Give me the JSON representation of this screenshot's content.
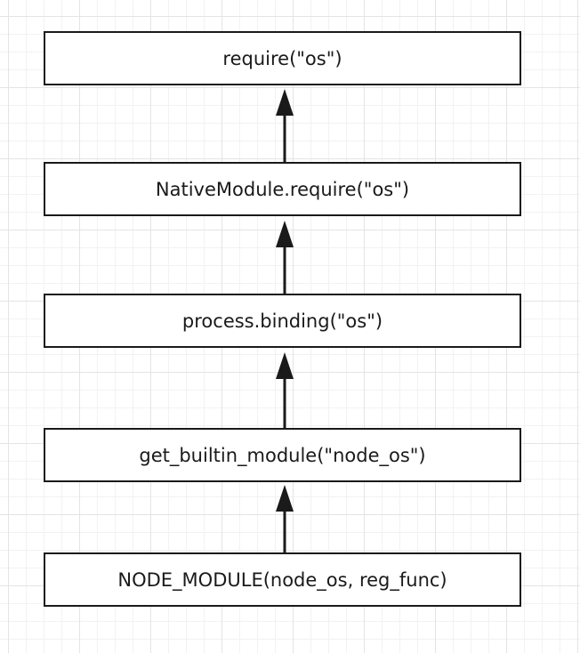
{
  "diagram": {
    "nodes": [
      {
        "id": "require",
        "label": "require(\"os\")"
      },
      {
        "id": "native-module-require",
        "label": "NativeModule.require(\"os\")"
      },
      {
        "id": "process-binding",
        "label": "process.binding(\"os\")"
      },
      {
        "id": "get-builtin-module",
        "label": "get_builtin_module(\"node_os\")"
      },
      {
        "id": "node-module",
        "label": "NODE_MODULE(node_os, reg_func)"
      }
    ],
    "edges": [
      {
        "from": "native-module-require",
        "to": "require"
      },
      {
        "from": "process-binding",
        "to": "native-module-require"
      },
      {
        "from": "get-builtin-module",
        "to": "process-binding"
      },
      {
        "from": "node-module",
        "to": "get-builtin-module"
      }
    ],
    "colors": {
      "stroke": "#1a1a1a",
      "grid": "#e4e4e4",
      "background": "#ffffff"
    }
  }
}
